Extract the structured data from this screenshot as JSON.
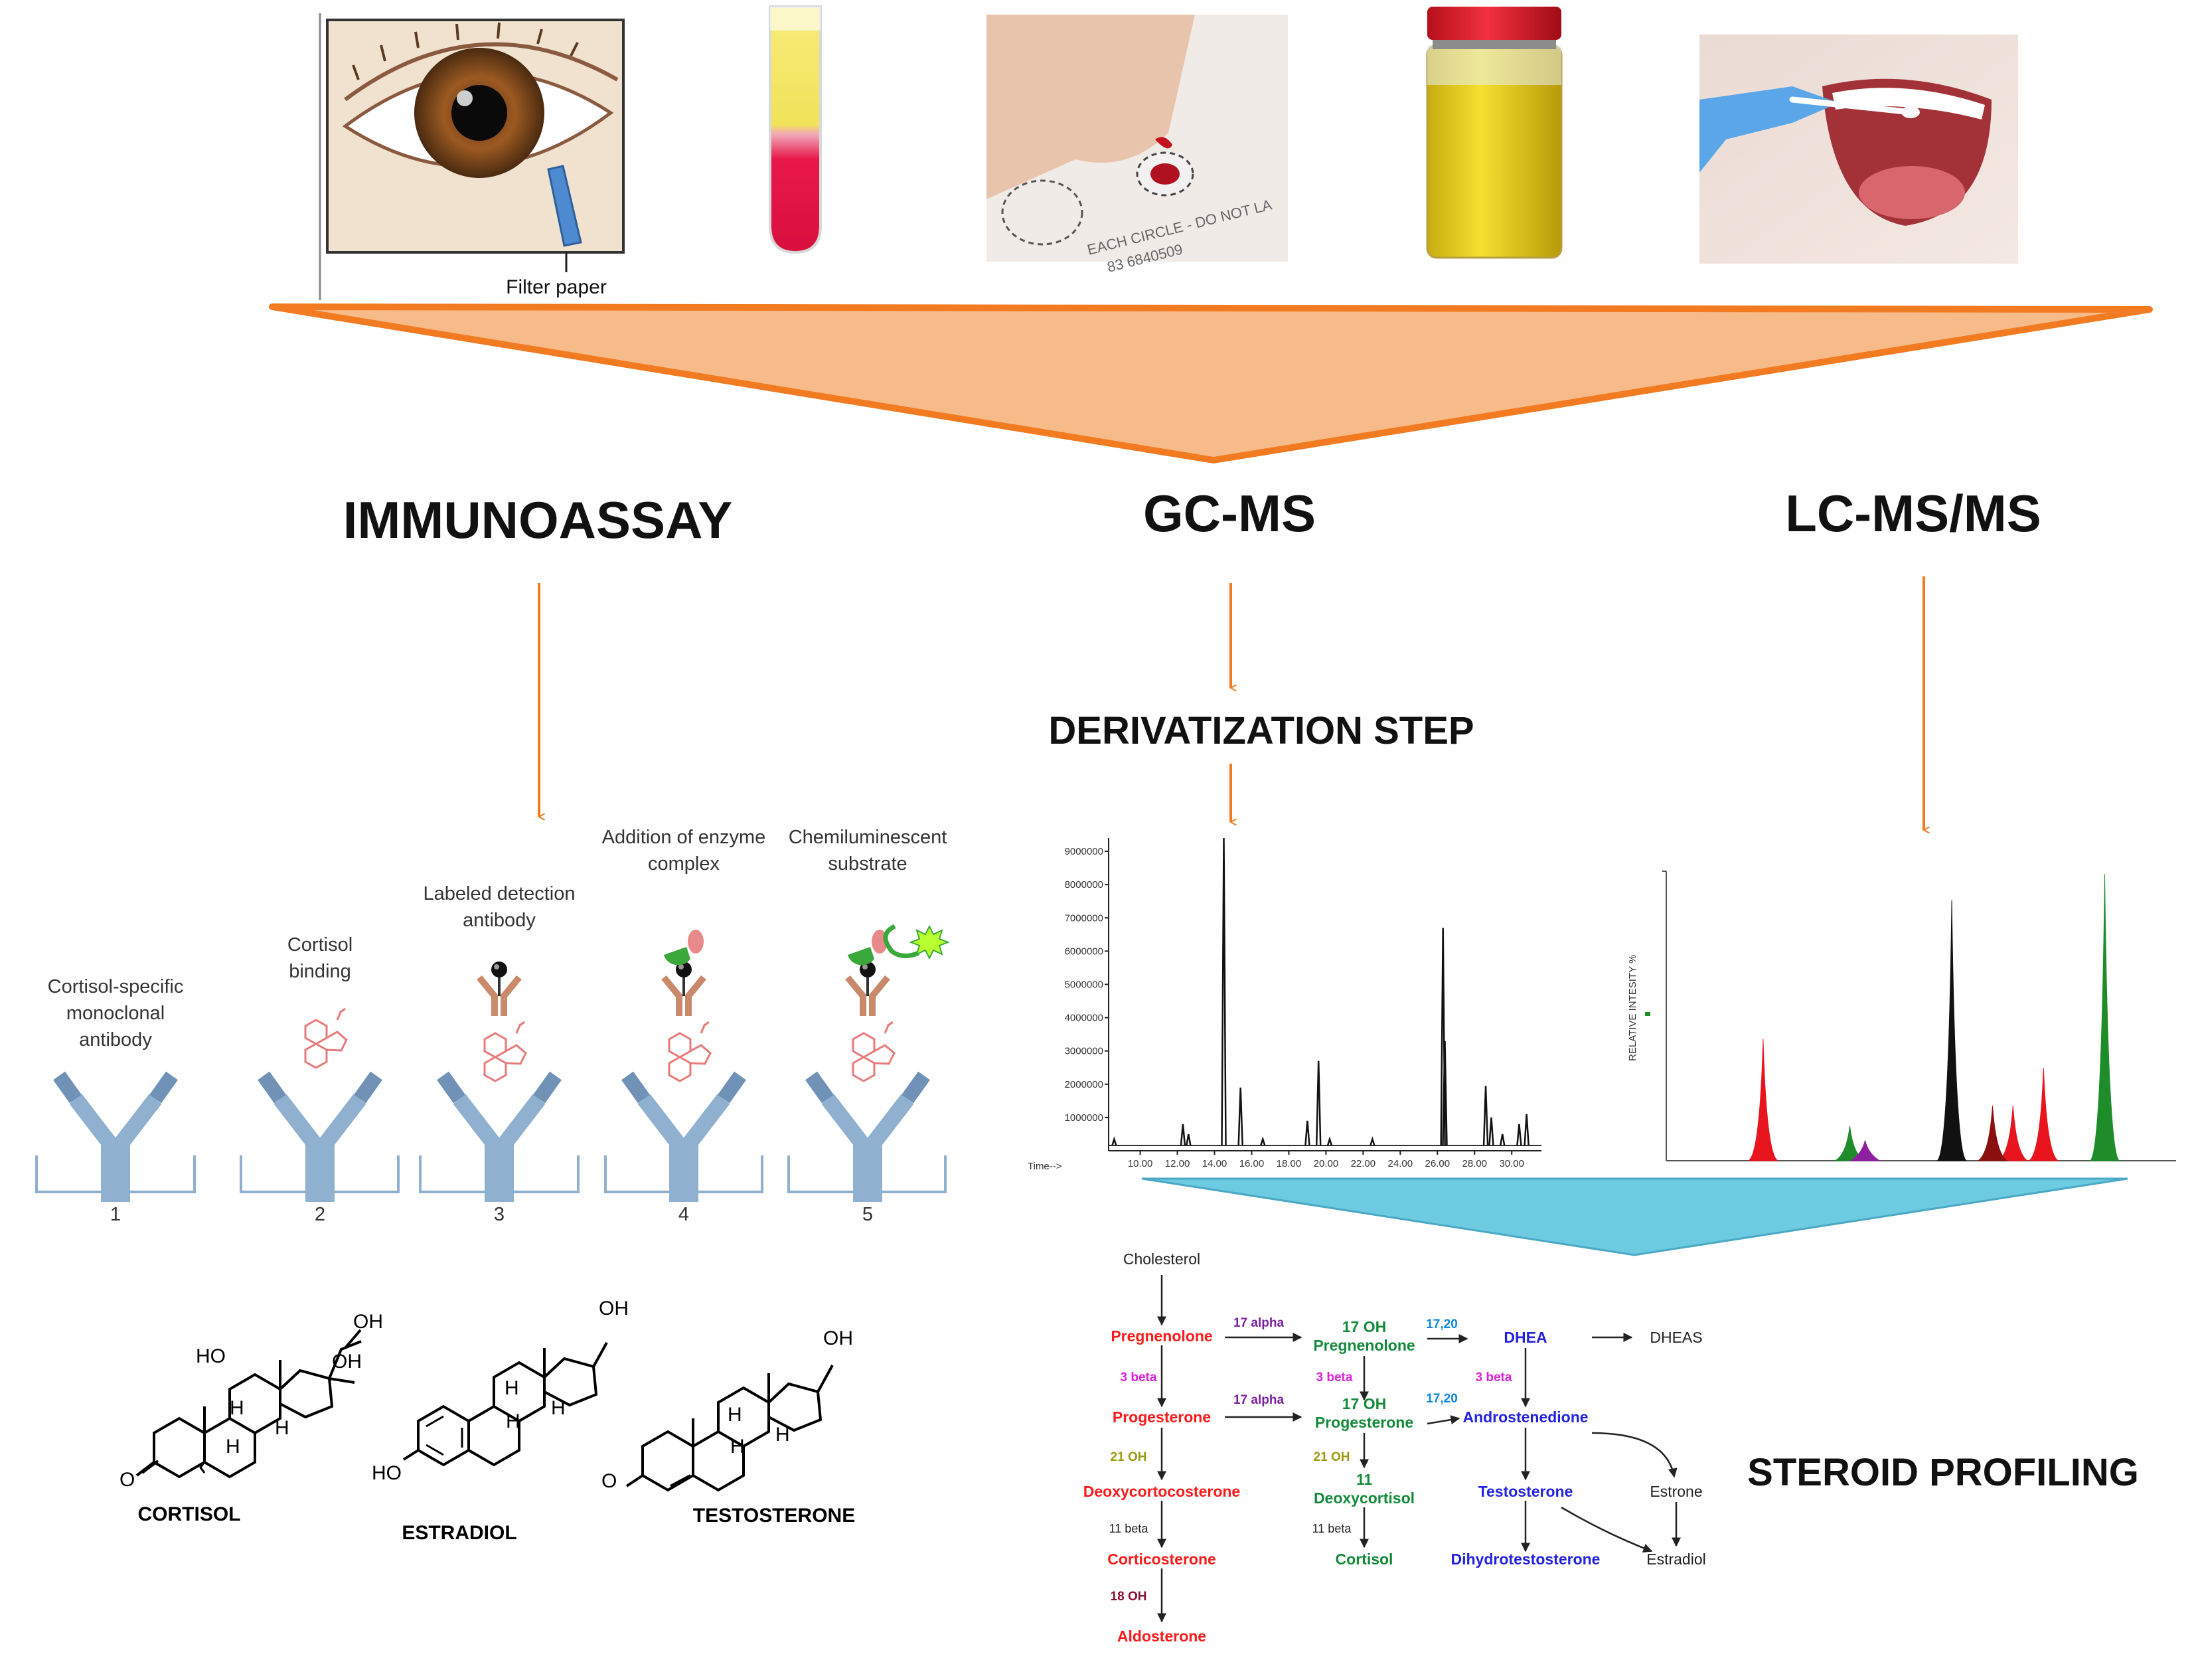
{
  "samples": {
    "filter_paper_label": "Filter paper",
    "card_text_1": "EACH CIRCLE - DO NOT LA",
    "card_text_2": "83  6840509"
  },
  "methods": {
    "immunoassay": "IMMUNOASSAY",
    "gcms": "GC-MS",
    "lcmsms": "LC-MS/MS",
    "derivatization": "DERIVATIZATION STEP",
    "steroid_profiling": "STEROID PROFILING"
  },
  "immunoassay_steps": [
    {
      "number": "1",
      "label_lines": [
        "Cortisol-specific",
        "monoclonal",
        "antibody"
      ]
    },
    {
      "number": "2",
      "label_lines": [
        "Cortisol",
        "binding"
      ]
    },
    {
      "number": "3",
      "label_lines": [
        "Labeled detection",
        "antibody"
      ]
    },
    {
      "number": "4",
      "label_lines": [
        "Addition of enzyme",
        "complex"
      ]
    },
    {
      "number": "5",
      "label_lines": [
        "Chemiluminescent",
        "substrate"
      ]
    }
  ],
  "molecules": {
    "cortisol": {
      "name": "CORTISOL",
      "labels": [
        "OH",
        "HO",
        "OH",
        "O",
        "H",
        "H",
        "H"
      ]
    },
    "estradiol": {
      "name": "ESTRADIOL",
      "labels": [
        "OH",
        "HO",
        "H",
        "H",
        "H"
      ]
    },
    "testosterone": {
      "name": "TESTOSTERONE",
      "labels": [
        "OH",
        "O",
        "H",
        "H",
        "H"
      ]
    }
  },
  "chart_data": [
    {
      "type": "line",
      "title": "",
      "xlabel": "Time-->",
      "ylabel": "",
      "x_ticks": [
        "10.00",
        "12.00",
        "14.00",
        "16.00",
        "18.00",
        "20.00",
        "22.00",
        "24.00",
        "26.00",
        "28.00",
        "30.00"
      ],
      "y_ticks": [
        "1000000",
        "2000000",
        "3000000",
        "4000000",
        "5000000",
        "6000000",
        "7000000",
        "8000000",
        "9000000"
      ],
      "xlim": [
        8.3,
        31.6
      ],
      "ylim": [
        0,
        9400000
      ],
      "series": [
        {
          "peaks": [
            {
              "x": 8.6,
              "y": 350000
            },
            {
              "x": 12.3,
              "y": 800000
            },
            {
              "x": 12.6,
              "y": 500000
            },
            {
              "x": 14.5,
              "y": 9400000
            },
            {
              "x": 15.4,
              "y": 1900000
            },
            {
              "x": 16.6,
              "y": 350000
            },
            {
              "x": 19.0,
              "y": 900000
            },
            {
              "x": 19.6,
              "y": 2700000
            },
            {
              "x": 20.2,
              "y": 350000
            },
            {
              "x": 22.5,
              "y": 350000
            },
            {
              "x": 26.3,
              "y": 6700000
            },
            {
              "x": 26.4,
              "y": 3300000
            },
            {
              "x": 28.6,
              "y": 1950000
            },
            {
              "x": 28.9,
              "y": 1000000
            },
            {
              "x": 29.5,
              "y": 500000
            },
            {
              "x": 30.4,
              "y": 800000
            },
            {
              "x": 30.8,
              "y": 1100000
            }
          ]
        }
      ]
    },
    {
      "type": "area",
      "title": "",
      "xlabel": "",
      "ylabel": "RELATIVE INTESITY %",
      "ylim": [
        0,
        100
      ],
      "series": [
        {
          "color": "#e8141e",
          "peaks": [
            {
              "x": 0.19,
              "y": 42
            },
            {
              "x": 0.68,
              "y": 19
            },
            {
              "x": 0.74,
              "y": 32
            }
          ]
        },
        {
          "color": "#1f8c2a",
          "peaks": [
            {
              "x": 0.36,
              "y": 12
            },
            {
              "x": 0.86,
              "y": 99
            }
          ]
        },
        {
          "color": "#8e1fa0",
          "peaks": [
            {
              "x": 0.39,
              "y": 7
            }
          ]
        },
        {
          "color": "#111111",
          "peaks": [
            {
              "x": 0.56,
              "y": 90
            }
          ]
        },
        {
          "color": "#8a1010",
          "peaks": [
            {
              "x": 0.64,
              "y": 19
            }
          ]
        }
      ]
    }
  ],
  "pathway": {
    "cholesterol": "Cholesterol",
    "col1": [
      "Pregnenolone",
      "Progesterone",
      "Deoxycortocosterone",
      "Corticosterone",
      "Aldosterone"
    ],
    "col2": [
      "17 OH",
      "Pregnenolone",
      "17 OH",
      "Progesterone",
      "11",
      "Deoxycortisol",
      "Cortisol"
    ],
    "col3": [
      "DHEA",
      "Androstenedione",
      "Testosterone",
      "Dihydrotestosterone"
    ],
    "col4": [
      "DHEAS",
      "Estrone",
      "Estradiol"
    ],
    "enzymes": {
      "alpha_1": "17 alpha",
      "alpha_2": "17 alpha",
      "lyase_1": "17,20",
      "lyase_2": "17,20",
      "beta_1": "3 beta",
      "beta_2": "3 beta",
      "beta_3": "3 beta",
      "oh21_1": "21 OH",
      "oh21_2": "21 OH",
      "b11_1": "11 beta",
      "b11_2": "11 beta",
      "oh18": "18 OH"
    }
  },
  "colors": {
    "arrow_orange": "#f27a21",
    "funnel_fill": "#f7bb8a",
    "funnel_blue": "#6ccbe0",
    "mineralocorticoid_red": "#ff1a1a",
    "glucocorticoid_green": "#138a3a",
    "androgen_blue": "#2222e0",
    "enzyme_purple": "#7b1fa2",
    "enzyme_magenta": "#e020e0",
    "enzyme_olive": "#9a9a10",
    "enzyme_cyan": "#0a8ae0",
    "enzyme_maroon": "#8a1030",
    "antibody_blue": "#8fb0cf",
    "cortisol_pink": "#e87a7a"
  }
}
